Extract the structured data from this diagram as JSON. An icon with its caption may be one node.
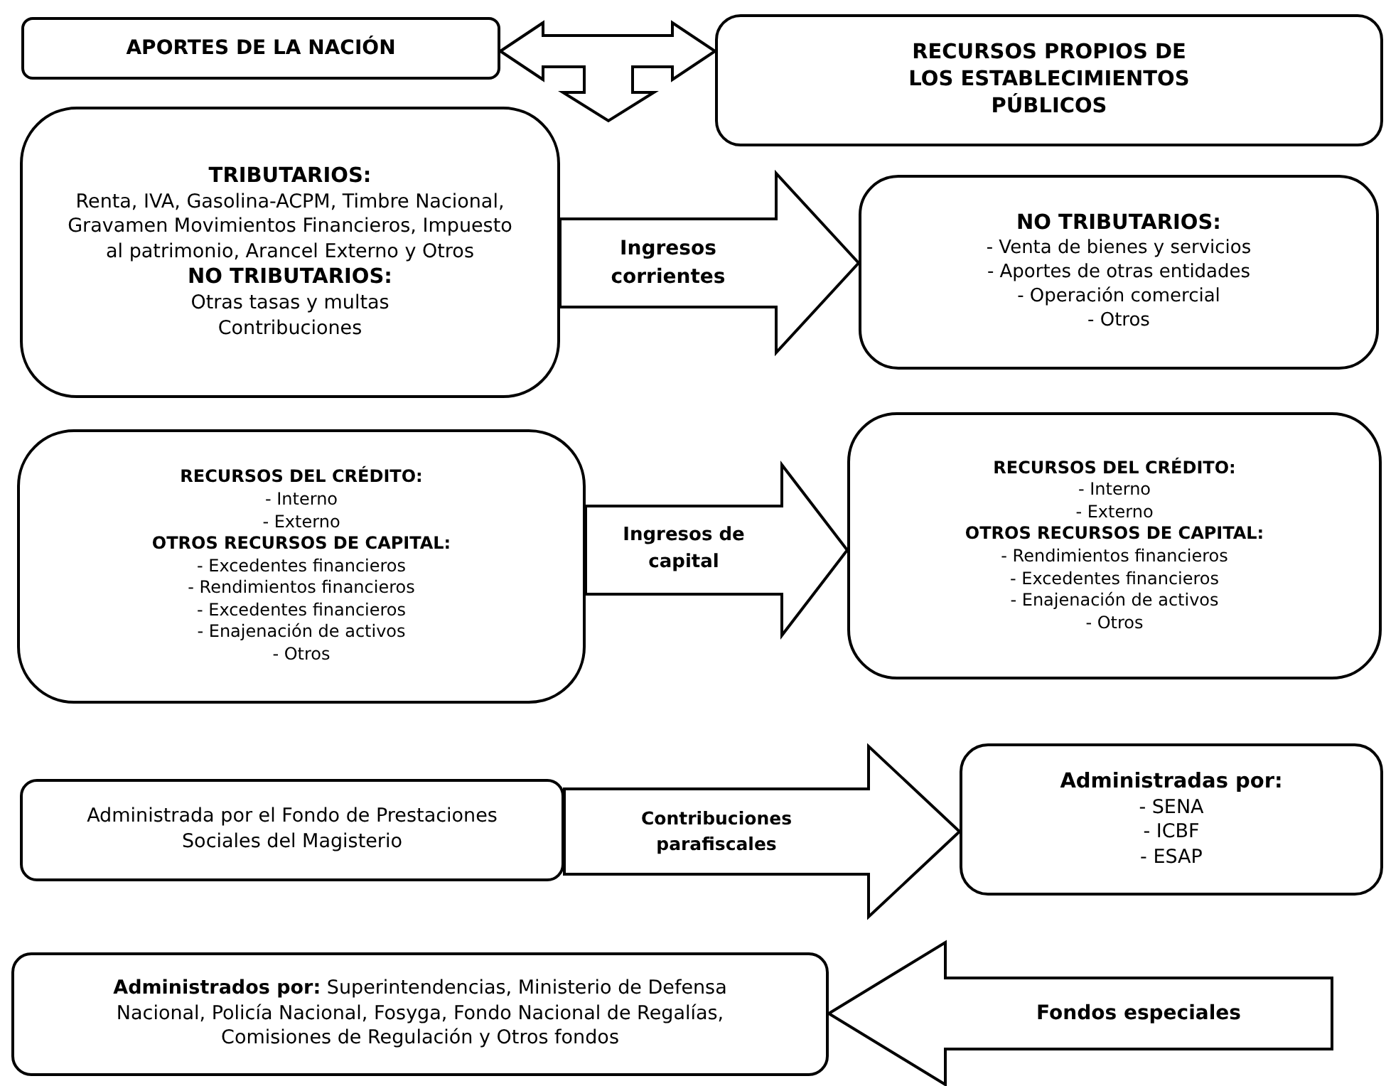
{
  "diagram": {
    "nodes": [
      {
        "text": [
          "APORTES DE LA NACIÓN"
        ]
      },
      {
        "text": [
          "RECURSOS PROPIOS DE LOS ESTABLECIMIENTOS PÚBLICOS"
        ]
      },
      {
        "text": [
          "TRIBUTARIOS:",
          "Renta, IVA, Gasolina-ACPM, Timbre Nacional, Gravamen Movimientos Financieros, Impuesto al patrimonio, Arancel Externo y Otros",
          "NO TRIBUTARIOS:",
          "Otras tasas y multas",
          "Contribuciones"
        ]
      },
      {
        "text": [
          "NO TRIBUTARIOS:",
          "- Venta de bienes y servicios",
          "- Aportes de otras entidades",
          "- Operación comercial",
          "- Otros"
        ]
      },
      {
        "text": [
          "RECURSOS DEL CRÉDITO:",
          "- Interno",
          "- Externo",
          "OTROS RECURSOS DE CAPITAL:",
          "- Excedentes financieros",
          "- Rendimientos financieros",
          "- Excedentes financieros",
          "- Enajenación de activos",
          "- Otros"
        ]
      },
      {
        "text": [
          "RECURSOS DEL CRÉDITO:",
          "- Interno",
          "- Externo",
          "OTROS RECURSOS DE CAPITAL:",
          "- Rendimientos financieros",
          "- Excedentes financieros",
          "- Enajenación de activos",
          "- Otros"
        ]
      },
      {
        "text": [
          "Administrada por el Fondo de Prestaciones Sociales del Magisterio"
        ]
      },
      {
        "text": [
          "Administradas por:",
          "- SENA",
          "- ICBF",
          "- ESAP"
        ]
      },
      {
        "text": [
          "**Administrados por:** Superintendencias,  Ministerio de Defensa Nacional, Policía Nacional, Fosyga, Fondo Nacional de Regalías, Comisiones de Regulación y Otros fondos"
        ]
      }
    ],
    "edges": [
      {
        "from": 0,
        "to": 1,
        "arrow": "both"
      },
      {
        "from": null,
        "to": 2,
        "arrow": "to"
      },
      {
        "from": 2,
        "to": 3,
        "label": "Ingresos corrientes",
        "arrow": "to"
      },
      {
        "from": 4,
        "to": 5,
        "label": "Ingresos de capital",
        "arrow": "to"
      },
      {
        "from": 6,
        "to": 7,
        "label": "Contribuciones parafiscales",
        "arrow": "to"
      },
      {
        "from": null,
        "to": 8,
        "label": "Fondos especiales",
        "arrow": "to"
      }
    ]
  }
}
